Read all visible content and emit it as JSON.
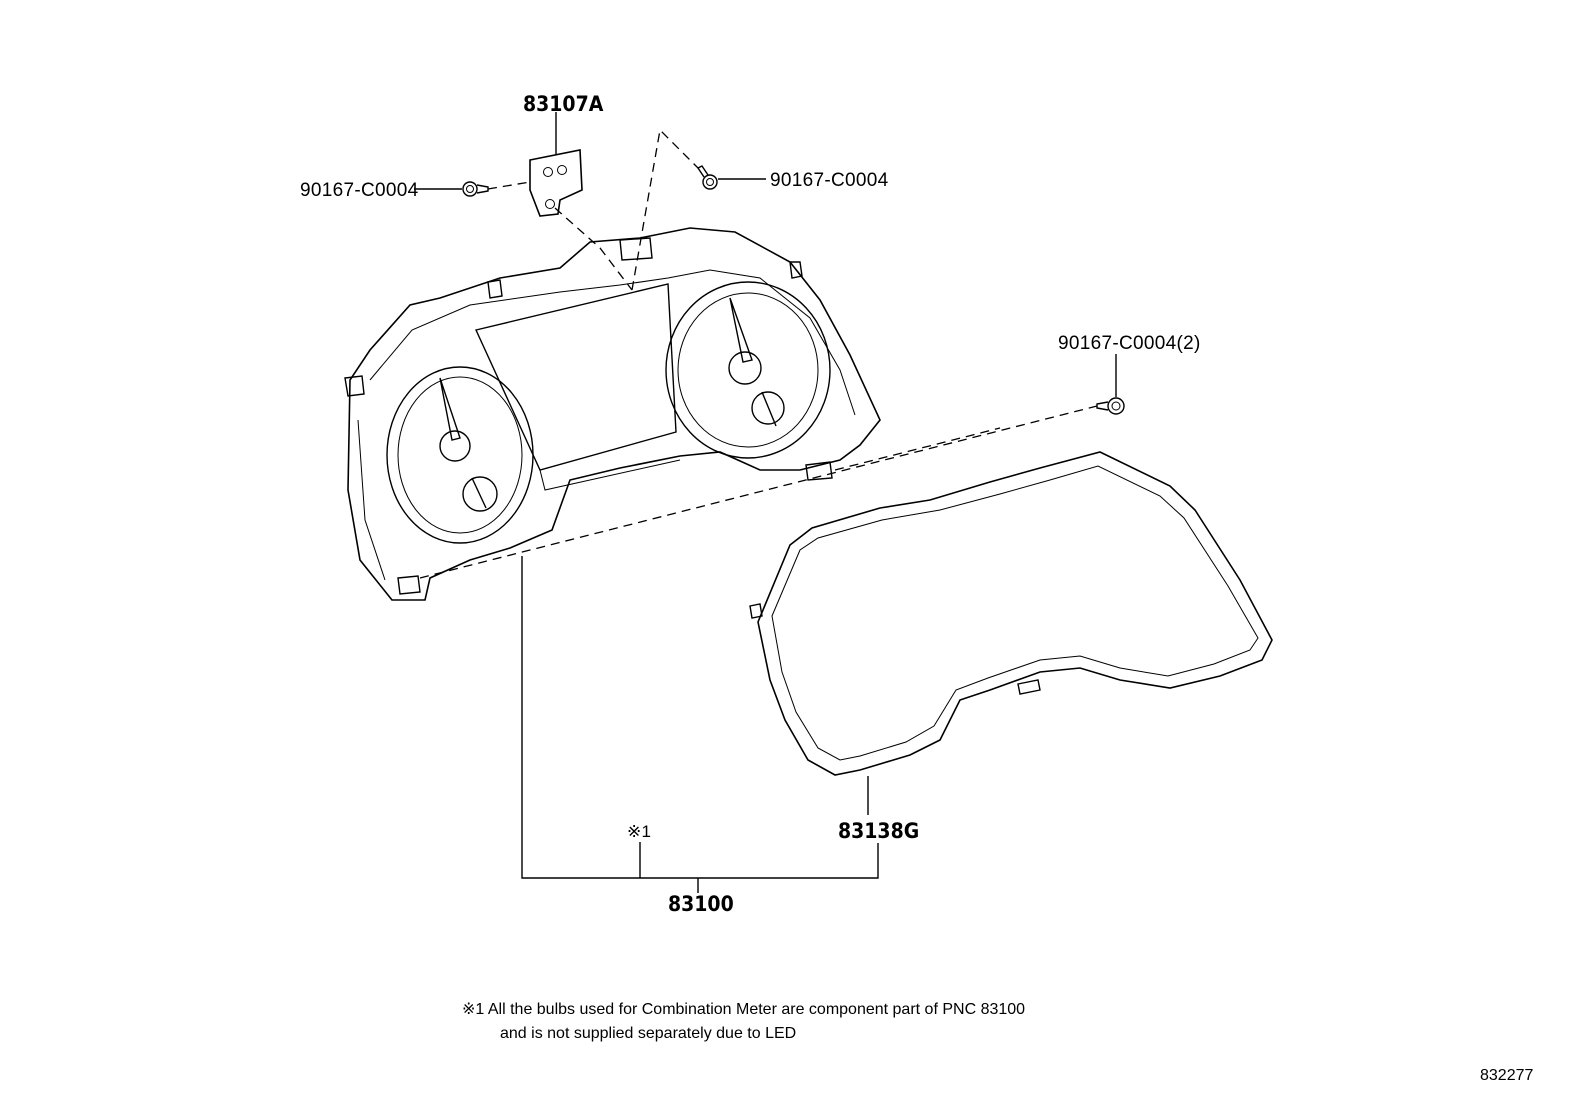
{
  "labels": {
    "bracket": "83107A",
    "screw_left": "90167-C0004",
    "screw_top": "90167-C0004",
    "screw_right": "90167-C0004(2)",
    "glass": "83138G",
    "meter_assembly": "83100",
    "note_marker": "※1"
  },
  "note": {
    "line1": "※1 All the bulbs used for Combination Meter are component part of PNC 83100",
    "line2": "and is not supplied separately due to LED"
  },
  "diagram_id": "832277"
}
